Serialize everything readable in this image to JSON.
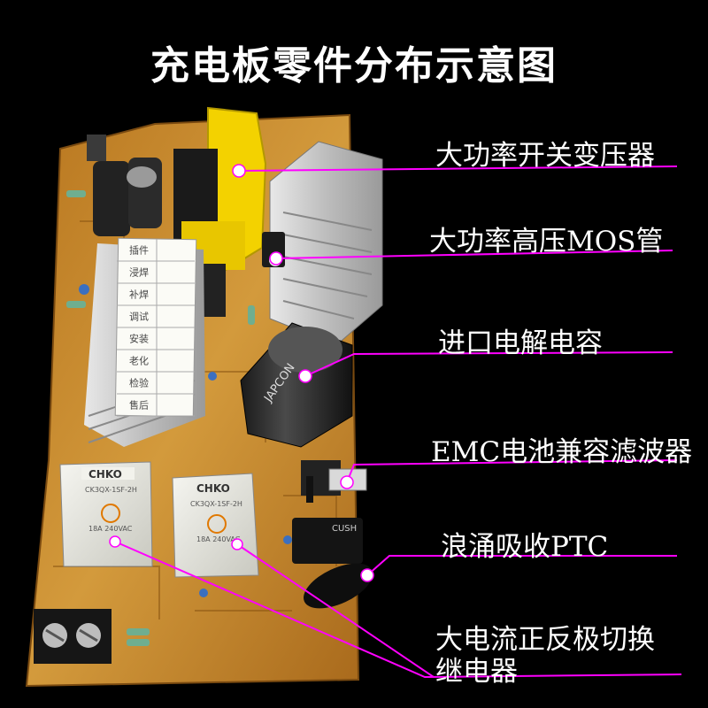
{
  "title": "充电板零件分布示意图",
  "labels": {
    "transformer": "大功率开关变压器",
    "mos": "大功率高压MOS管",
    "capacitor": "进口电解电容",
    "emc": "EMC电池兼容滤波器",
    "ptc": "浪涌吸收PTC",
    "relay_line1": "大电流正反极切换",
    "relay_line2": "继电器"
  },
  "qc_card": {
    "rows": [
      "插件",
      "浸焊",
      "补焊",
      "调试",
      "安装",
      "老化",
      "检验",
      "售后"
    ]
  },
  "component_text": {
    "relay_brand": "CHKO",
    "relay_model": "CK3QX-1SF-2H",
    "relay_rating": "18A 240VAC",
    "capacitor_brand": "JAPCON",
    "ptc_brand": "CUSH"
  },
  "colors": {
    "background": "#000000",
    "text": "#ffffff",
    "leader": "#ff00ff",
    "pcb": "#c98a2e",
    "transformer": "#f3d200",
    "heatsink": "#cfcfcf"
  }
}
